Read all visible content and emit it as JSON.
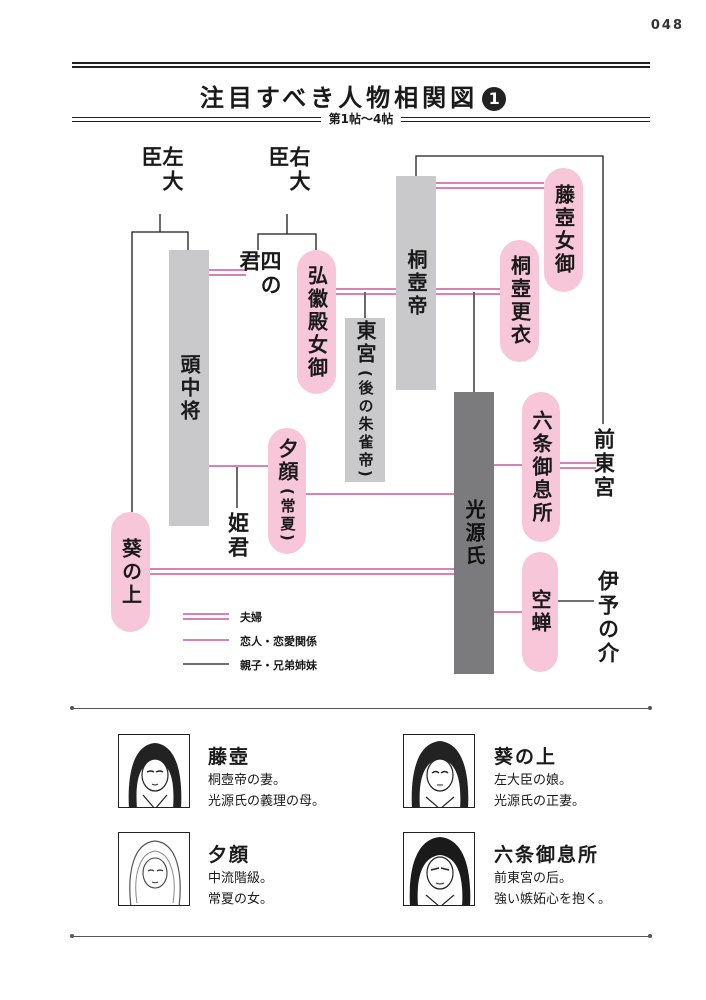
{
  "page_number": "048",
  "title": "注目すべき人物相関図",
  "title_number": "1",
  "subtitle": "第1帖〜4帖",
  "diagram": {
    "nodes": {
      "sadaijin": "左大臣",
      "udaijin": "右大臣",
      "yonnokimi": "四の君",
      "tounochujou": "頭中将",
      "kokiden": "弘徽殿女御",
      "tougu": "東宮",
      "tougu_note": "(後の朱雀帝)",
      "kiritsubotei": "桐壺帝",
      "fujitsubo": "藤壺女御",
      "kiritsubonokoui": "桐壺更衣",
      "yuugao": "夕顔",
      "yuugao_note": "(常夏)",
      "himegimi": "姫君",
      "hikarugenji": "光源氏",
      "rokujou": "六条御息所",
      "sakitougu": "前東宮",
      "aoinoue": "葵の上",
      "utsusemi": "空蝉",
      "iyonosuke": "伊予の介"
    },
    "legend": [
      {
        "label": "夫婦",
        "style": "double",
        "color": "#c2368a"
      },
      {
        "label": "恋人・恋愛関係",
        "style": "single",
        "color": "#c2368a"
      },
      {
        "label": "親子・兄弟姉妹",
        "style": "single",
        "color": "#1a1a1a"
      }
    ],
    "colors": {
      "pill": "#f7c6d8",
      "gray_box": "#c9c9cb",
      "genji_box": "#7b7b7d",
      "relation": "#c2368a"
    }
  },
  "characters": [
    {
      "name": "藤壺",
      "desc": [
        "桐壺帝の妻。",
        "光源氏の義理の母。"
      ]
    },
    {
      "name": "葵の上",
      "desc": [
        "左大臣の娘。",
        "光源氏の正妻。"
      ]
    },
    {
      "name": "夕顔",
      "desc": [
        "中流階級。",
        "常夏の女。"
      ]
    },
    {
      "name": "六条御息所",
      "desc": [
        "前東宮の后。",
        "強い嫉妬心を抱く。"
      ]
    }
  ]
}
